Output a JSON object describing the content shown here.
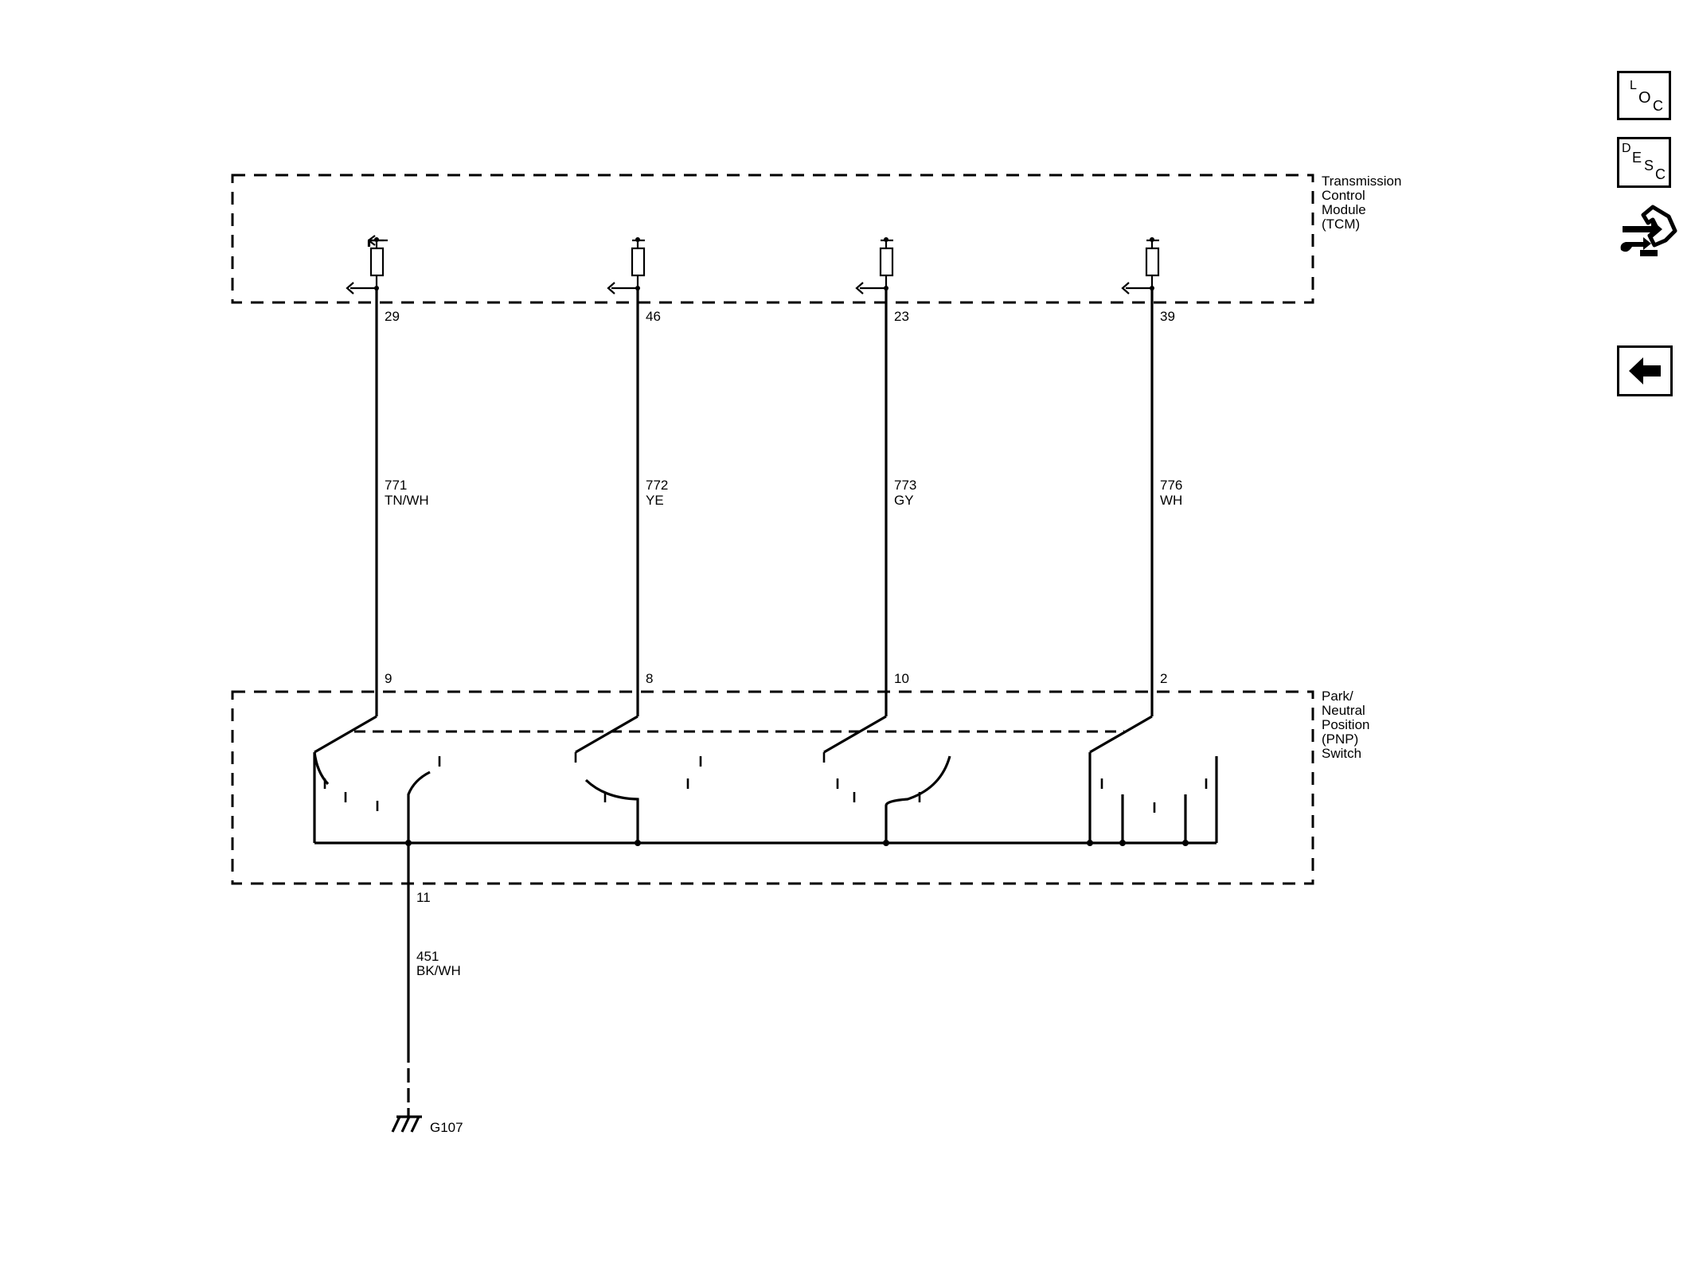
{
  "modules": {
    "tcm_label": [
      "Transmission",
      "Control",
      "Module",
      "(TCM)"
    ],
    "pnp_label": [
      "Park/",
      "Neutral",
      "Position",
      "(PNP)",
      "Switch"
    ]
  },
  "circuits": [
    {
      "tcm_pin": "29",
      "circuit": "771",
      "color": "TN/WH",
      "switch_pin": "9"
    },
    {
      "tcm_pin": "46",
      "circuit": "772",
      "color": "YE",
      "switch_pin": "8"
    },
    {
      "tcm_pin": "23",
      "circuit": "773",
      "color": "GY",
      "switch_pin": "10"
    },
    {
      "tcm_pin": "39",
      "circuit": "776",
      "color": "WH",
      "switch_pin": "2"
    }
  ],
  "ground": {
    "switch_pin": "11",
    "circuit": "451",
    "color": "BK/WH",
    "ground_id": "G107"
  },
  "nav": {
    "loc": [
      "L",
      "O",
      "C"
    ],
    "desc": [
      "D",
      "E",
      "S",
      "C"
    ],
    "connector_icon": "connector-end-view-icon",
    "back_icon": "back-arrow-icon"
  }
}
